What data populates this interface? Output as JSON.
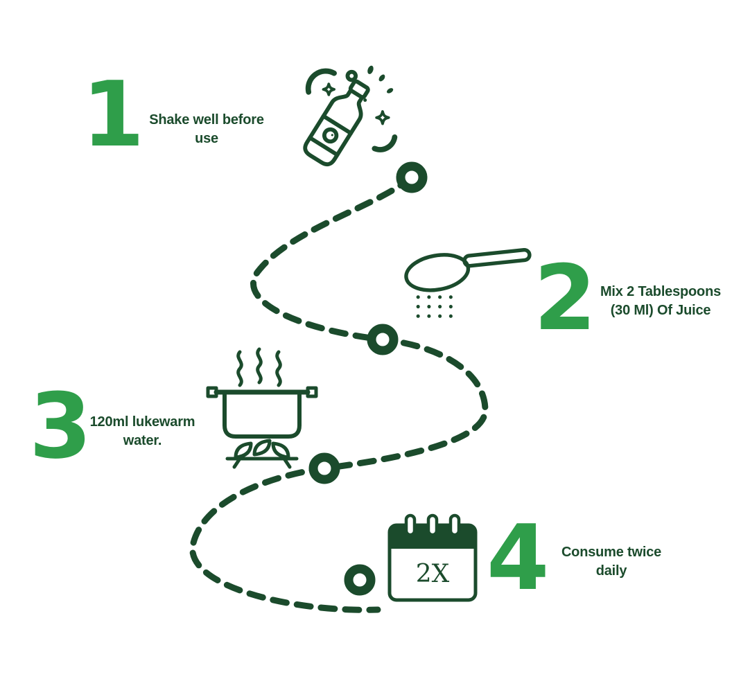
{
  "colors": {
    "step_number_green": "#2F9E4A",
    "dark_green": "#1B4B2C",
    "background": "#FFFFFF"
  },
  "steps": [
    {
      "number": "1",
      "label": "Shake well before use",
      "icon": "shake-bottle-icon"
    },
    {
      "number": "2",
      "label": "Mix 2 Tablespoons (30 Ml) Of Juice",
      "icon": "spoon-drops-icon"
    },
    {
      "number": "3",
      "label": "120ml lukewarm water.",
      "icon": "boiling-pot-icon"
    },
    {
      "number": "4",
      "label": "Consume twice daily",
      "icon": "calendar-icon",
      "calendar_text": "2X"
    }
  ]
}
